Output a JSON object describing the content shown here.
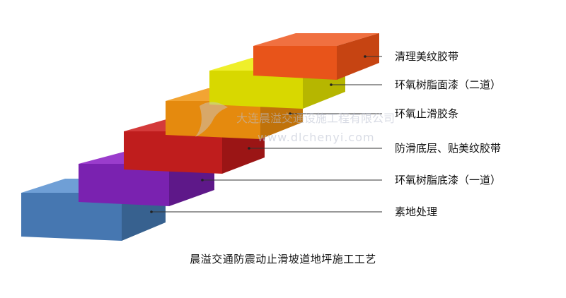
{
  "layers": [
    {
      "label": "清理美纹胶带",
      "front": "#e8541a",
      "top": "#f07040",
      "side": "#c64412"
    },
    {
      "label": "环氧树脂面漆（二道）",
      "front": "#d8d800",
      "top": "#efef2a",
      "side": "#b6b600"
    },
    {
      "label": "环氧止滑胶条",
      "front": "#e58a0e",
      "top": "#f2a433",
      "side": "#c0720a"
    },
    {
      "label": "防滑底层、贴美纹胶带",
      "front": "#bf1d1d",
      "top": "#d43a3a",
      "side": "#9b1515"
    },
    {
      "label": "环氧树脂底漆（一道）",
      "front": "#7a22b0",
      "top": "#9a3ccc",
      "side": "#5e1889"
    },
    {
      "label": "素地处理",
      "front": "#4677b1",
      "top": "#6f9fd6",
      "side": "#37618f"
    }
  ],
  "watermark": {
    "company": "大连晨溢交通设施工程有限公司",
    "url": "www.dlchenyi.com"
  },
  "caption": "晨溢交通防震动止滑坡道地坪施工工艺"
}
